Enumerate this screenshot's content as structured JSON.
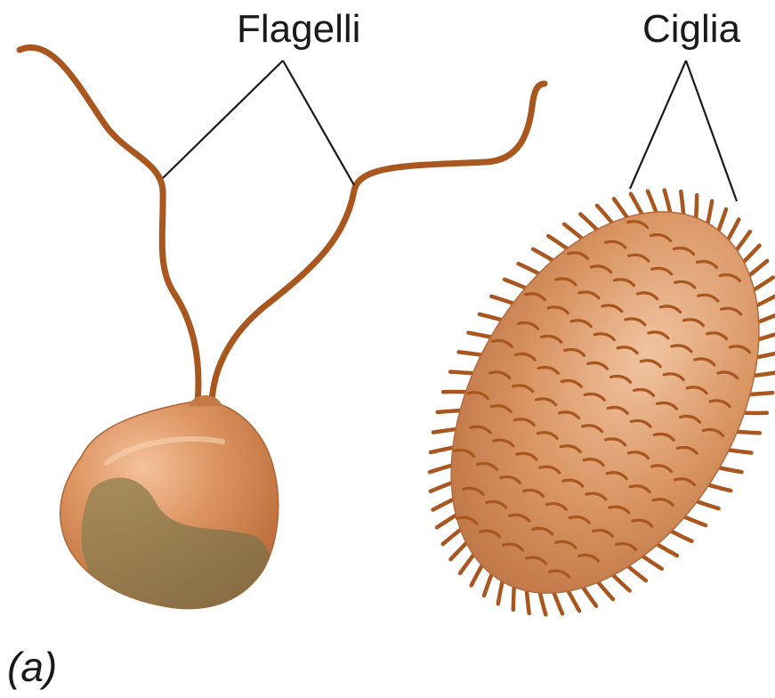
{
  "labels": {
    "flagella": "Flagelli",
    "cilia": "Ciglia",
    "panel": "(a)"
  },
  "colors": {
    "background": "#ffffff",
    "flagellum": "#a9571f",
    "flagellate_body": "#d38e5b",
    "flagellate_shadow": "#8d7a4e",
    "ciliate_body": "#cf8d5e",
    "cilium": "#a9571f",
    "leader_line": "#1a1a1a",
    "text": "#1a1a1a"
  },
  "icons": {
    "flagellate": "flagellate-cell-icon",
    "ciliate": "ciliate-cell-icon"
  }
}
